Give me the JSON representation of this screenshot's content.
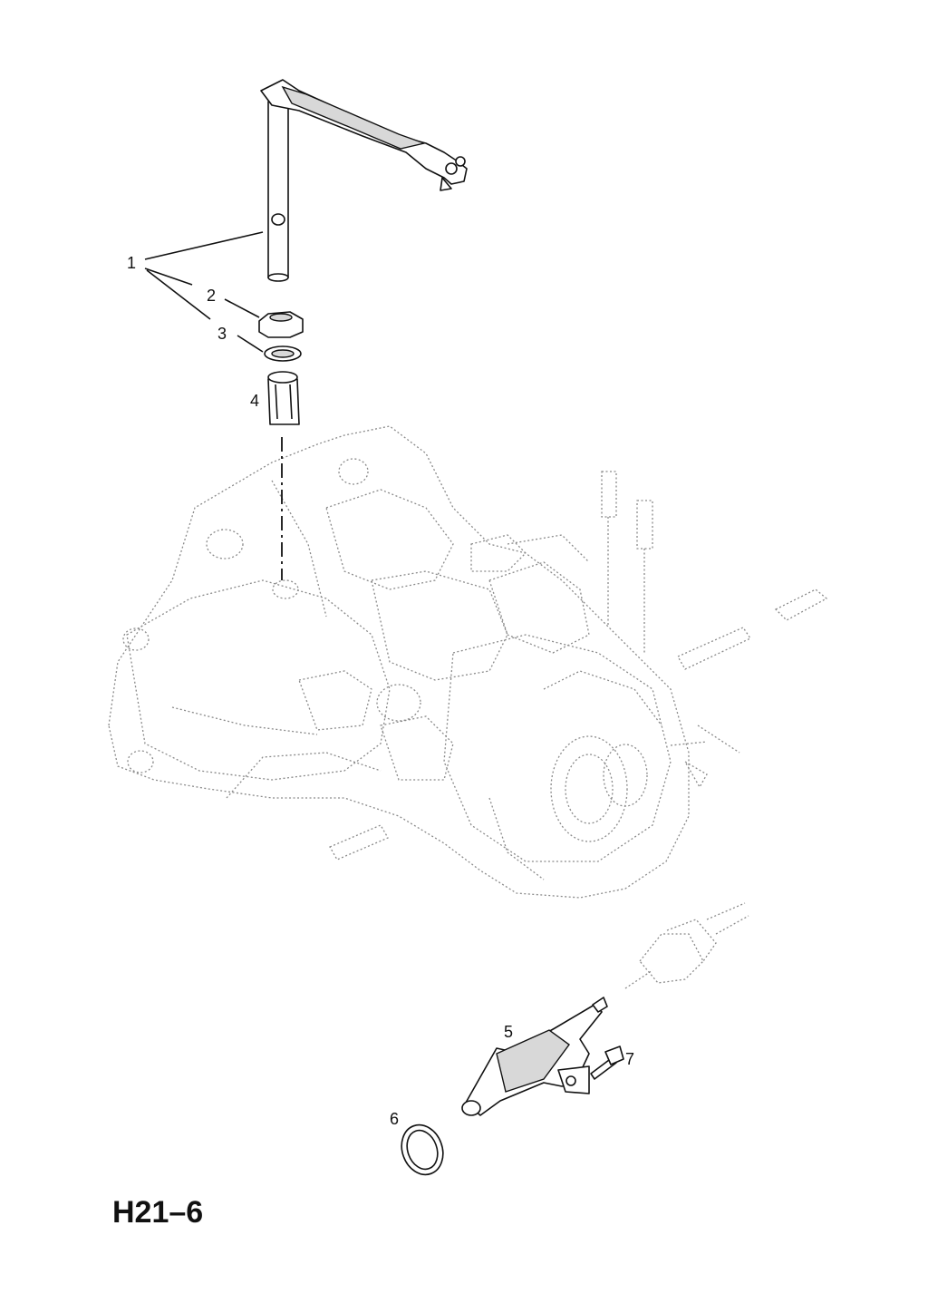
{
  "figure_code": "H21–6",
  "callouts": {
    "c1": "1",
    "c2": "2",
    "c3": "3",
    "c4": "4",
    "c5": "5",
    "c6": "6",
    "c7": "7"
  }
}
